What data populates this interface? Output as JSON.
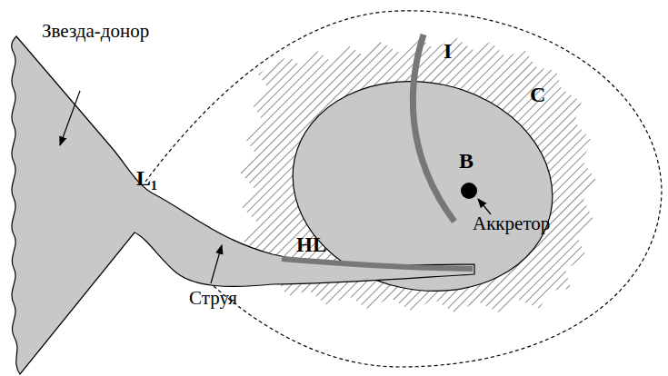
{
  "diagram": {
    "nodes": [
      {
        "text": [
          "C"
        ]
      },
      {
        "text": [
          "B"
        ],
        "in": 0
      }
    ],
    "labels": [
      "Звезда-донор",
      "L₁",
      "Струя",
      "HL",
      "I",
      "Аккретор"
    ]
  }
}
